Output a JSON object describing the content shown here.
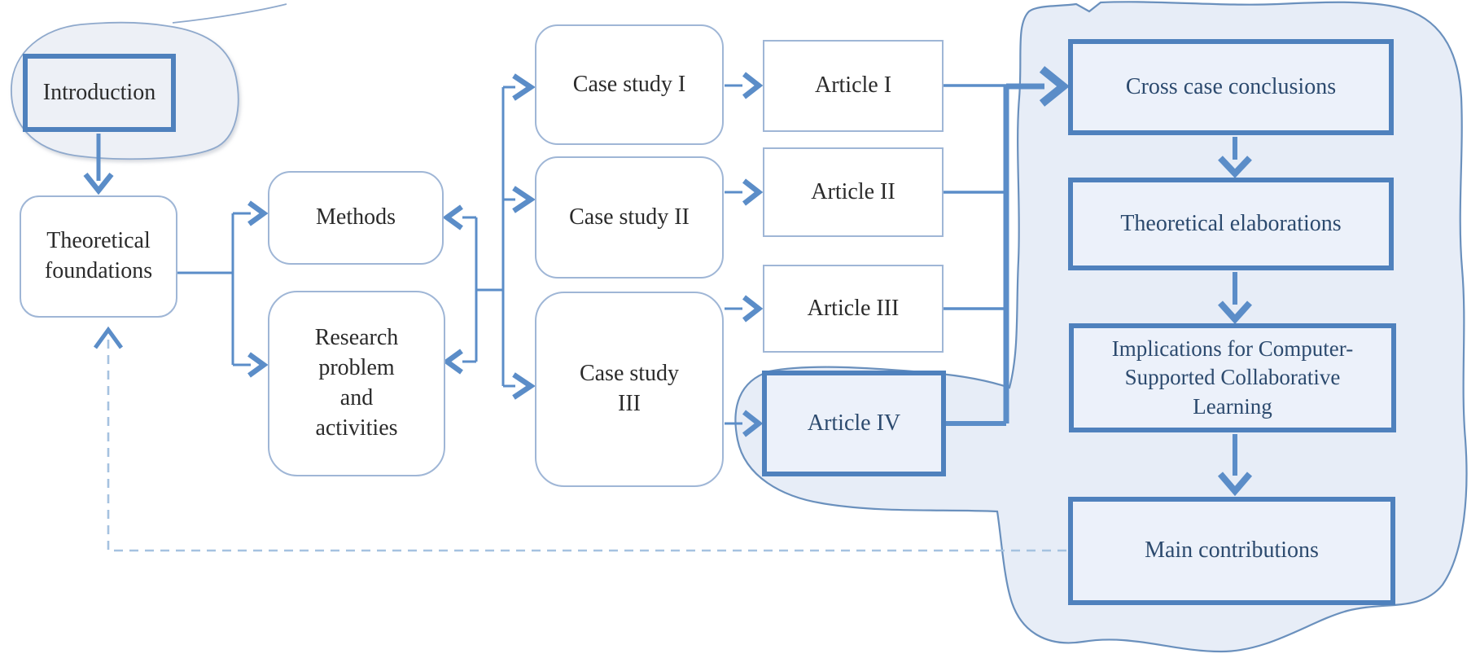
{
  "nodes": {
    "introduction": {
      "label": "Introduction"
    },
    "theoretical_foundations": {
      "label": "Theoretical foundations"
    },
    "methods": {
      "label": "Methods"
    },
    "research_problem": {
      "label": "Research problem and activities"
    },
    "case_study_1": {
      "label": "Case study I"
    },
    "case_study_2": {
      "label": "Case study II"
    },
    "case_study_3": {
      "label": "Case study III"
    },
    "article_1": {
      "label": "Article I"
    },
    "article_2": {
      "label": "Article II"
    },
    "article_3": {
      "label": "Article III"
    },
    "article_4": {
      "label": "Article IV"
    },
    "cross_case_conclusions": {
      "label": "Cross case conclusions"
    },
    "theoretical_elaborations": {
      "label": "Theoretical elaborations"
    },
    "implications": {
      "label": "Implications for Computer-Supported Collaborative Learning"
    },
    "main_contributions": {
      "label": "Main contributions"
    }
  },
  "edges": [
    {
      "from": "introduction",
      "to": "theoretical_foundations",
      "style": "solid-arrow"
    },
    {
      "from": "theoretical_foundations",
      "to": "methods",
      "style": "solid-arrow"
    },
    {
      "from": "theoretical_foundations",
      "to": "research_problem",
      "style": "solid-arrow"
    },
    {
      "from": "case_studies_group",
      "to": "methods",
      "style": "solid-arrow"
    },
    {
      "from": "case_studies_group",
      "to": "research_problem",
      "style": "solid-arrow"
    },
    {
      "from": "methods_research_group",
      "to": "case_study_1",
      "style": "solid-arrow"
    },
    {
      "from": "methods_research_group",
      "to": "case_study_2",
      "style": "solid-arrow"
    },
    {
      "from": "methods_research_group",
      "to": "case_study_3",
      "style": "solid-arrow"
    },
    {
      "from": "case_study_1",
      "to": "article_1",
      "style": "solid-arrow"
    },
    {
      "from": "case_study_2",
      "to": "article_2",
      "style": "solid-arrow"
    },
    {
      "from": "case_study_3",
      "to": "article_3",
      "style": "solid-arrow"
    },
    {
      "from": "case_study_3",
      "to": "article_4",
      "style": "solid-arrow"
    },
    {
      "from": "article_1",
      "to": "cross_case_conclusions",
      "style": "solid-arrow"
    },
    {
      "from": "article_2",
      "to": "cross_case_conclusions",
      "style": "solid-arrow"
    },
    {
      "from": "article_3",
      "to": "cross_case_conclusions",
      "style": "solid-arrow"
    },
    {
      "from": "article_4",
      "to": "cross_case_conclusions",
      "style": "solid-arrow"
    },
    {
      "from": "cross_case_conclusions",
      "to": "theoretical_elaborations",
      "style": "solid-arrow"
    },
    {
      "from": "theoretical_elaborations",
      "to": "implications",
      "style": "solid-arrow"
    },
    {
      "from": "implications",
      "to": "main_contributions",
      "style": "solid-arrow"
    },
    {
      "from": "main_contributions",
      "to": "theoretical_foundations",
      "style": "dashed-arrow"
    }
  ],
  "colors": {
    "accent_strong": "#4f81bd",
    "accent_light": "#9fb6d6",
    "connector": "#5b8dc8",
    "blob_fill": "#e7edf7",
    "blob_stroke": "#6a90bd",
    "intro_blob_fill": "#edf0f6",
    "intro_blob_stroke": "#8fa9cc",
    "highlight_box_fill": "#ecf1fa",
    "dashed": "#a5c2e0",
    "text_primary": "#2b2b2b",
    "text_emphasis": "#2c4a6e"
  }
}
